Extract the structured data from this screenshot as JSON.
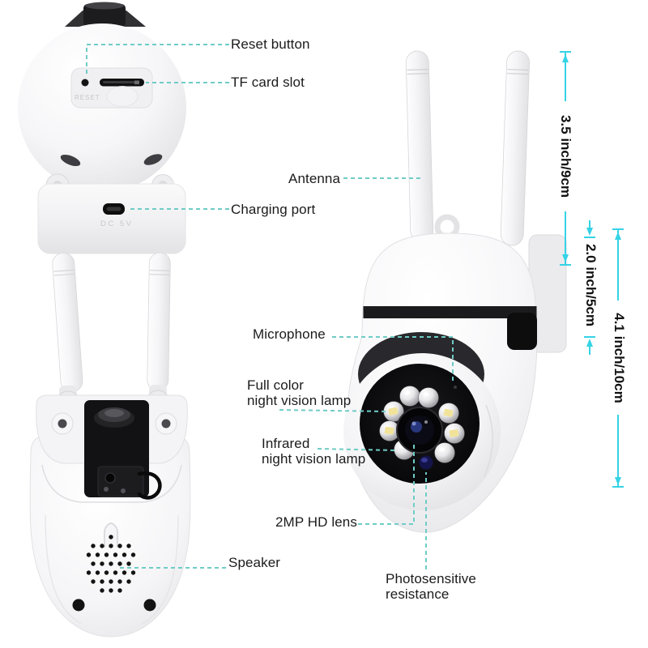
{
  "title": "Security camera parts and dimensions diagram",
  "callouts": {
    "reset_button": "Reset button",
    "tf_card_slot": "TF card slot",
    "antenna": "Antenna",
    "charging_port": "Charging port",
    "microphone": "Microphone",
    "full_color_lamp": "Full color\nnight vision lamp",
    "infrared_lamp": "Infrared\nnight vision lamp",
    "hd_lens": "2MP HD lens",
    "speaker": "Speaker",
    "photosensitive": "Photosensitive\nresistance"
  },
  "dimensions": {
    "antenna_height": "3.5 inch/9cm",
    "head_height": "2.0 inch/5cm",
    "body_height": "4.1 inch/10cm"
  },
  "markings": {
    "reset_engraving": "RESET",
    "power_engraving": "DC 5V"
  },
  "colors": {
    "callout_line": "#6fccc6",
    "dimension_line": "#35d3e5",
    "label_text": "#1b1b1b"
  }
}
